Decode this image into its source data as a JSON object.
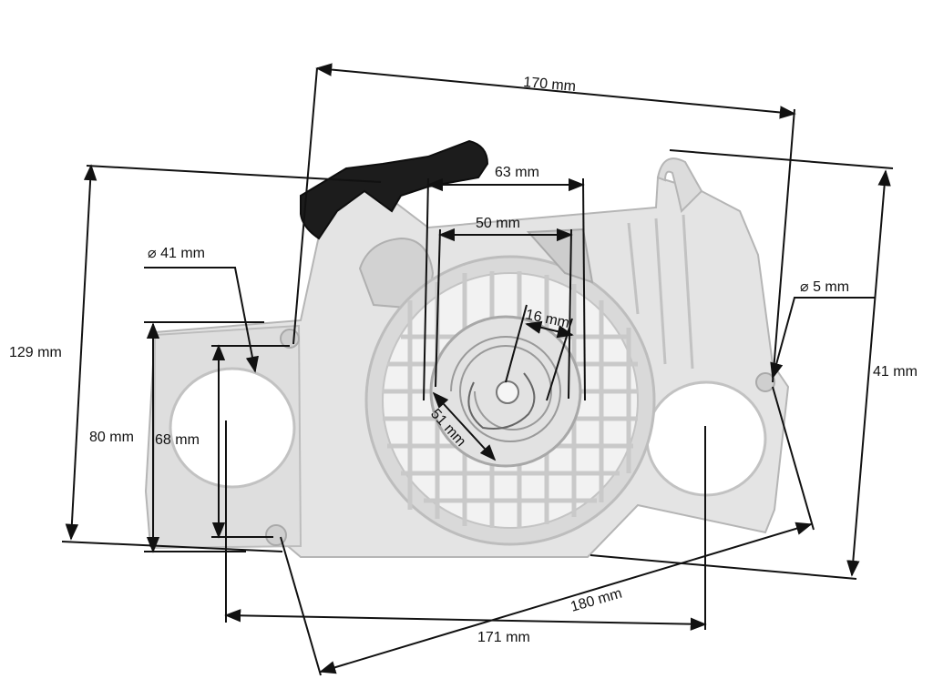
{
  "colors": {
    "housing": "#e4e4e4",
    "housing_shade": "#cfcfcf",
    "housing_edge": "#b5b5b5",
    "handle": "#1c1c1c",
    "spring": "#bdbdbd",
    "dimension": "#111111"
  },
  "part": {
    "body": "starter-housing",
    "handle": "pull-handle",
    "fan": "recoil-grille",
    "pulley": "rope-pulley"
  },
  "dimensions": {
    "overall_width": "170 mm",
    "overall_height": "129 mm",
    "bore_diameter": "⌀ 41 mm",
    "hole_diameter": "⌀ 5 mm",
    "right_height": "41 mm",
    "mount_height_outer": "80 mm",
    "mount_height_inner": "68 mm",
    "width_63": "63 mm",
    "width_50": "50 mm",
    "pulley_16": "16 mm",
    "pulley_51": "51 mm",
    "diagonal_180": "180 mm",
    "center_distance_171": "171 mm"
  }
}
